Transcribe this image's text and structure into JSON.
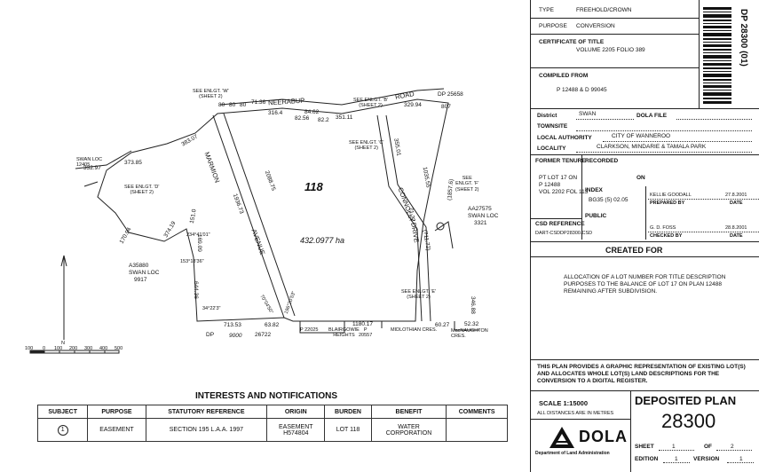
{
  "sheet_vertical_code": "DP 28300 (01)",
  "plan": {
    "lot_number": "118",
    "area": "432.0977 ha",
    "roads": {
      "neerabup": "NEERABUP",
      "road": "ROAD",
      "marmion": "MARMION",
      "avenue": "AVENUE",
      "connolly": "CONNOLLY",
      "drive": "DRIVE"
    },
    "neighbors": {
      "dp25658": "DP 25658",
      "aa27575": "AA27575",
      "swan_loc_3321": "SWAN LOC",
      "swan_loc_3321_num": "3321",
      "a35880": "A35880",
      "swan_loc_9917": "SWAN LOC",
      "swan_loc_9917_num": "9917",
      "swan_loc_12405": "SWAN LOC\n12405",
      "dp_bottom": "DP",
      "dp_bottom_num": "26722",
      "p22025": "P 22025",
      "blairgowrie": "BLAIRGOWIE\nHEIGHTS",
      "p20557": "P\n20557",
      "midlothian": "MIDLOTHIAN CRES.",
      "macnaughton": "MacNAUGHTON\nCRES."
    },
    "easement_refs": {
      "w": "SEE ENLGT. 'W'\n(SHEET 2)",
      "b": "SEE ENLGT. 'B'\n(SHEET 2)",
      "c": "SEE ENLGT. 'C'\n(SHEET 2)",
      "d": "SEE ENLGT. 'D'\n(SHEET 2)",
      "e": "SEE ENLGT. 'E'\n(SHEET 2)",
      "f": "SEE\nENLGT. 'F'\n(SHEET 2)"
    },
    "dimensions": {
      "d71_36": "71.36",
      "d80a": "80",
      "d80b": "80",
      "d80c": "80",
      "d316_4": "316.4",
      "d84_62": "84.62",
      "d82_56": "82.56",
      "d82_2": "82.2",
      "d351_11": "351.11",
      "d329_94": "329.94",
      "d807": "807",
      "d332_97": "332.97",
      "d373_85": "373.85",
      "d383_07": "383.07",
      "d170_94": "170.94",
      "d374_19": "374.19",
      "d151_0": "151.0",
      "d2088_75": "2088.75",
      "d1936_73": "1936.73",
      "d169_09": "169.09",
      "d644_36": "644.36",
      "d713_53": "713.53",
      "d63_82": "63.82",
      "d1180_17": "1180.17",
      "d60_27": "60.27",
      "d52_32": "52.32",
      "d346_88": "346.88",
      "d1035_55": "1035.55",
      "d71_22": "71.22",
      "d1857_6": "(1857.6)",
      "d711_72": "(711.72)",
      "d355_01": "355.01",
      "d9000": "9000",
      "b234": "234°41'01\"",
      "b153": "153°18'36\"",
      "b70": "70°04'50\"",
      "b196": "196°20'53\"",
      "b34": "34°22'3\""
    },
    "scale_ticks": [
      "100",
      "0",
      "100",
      "200",
      "300",
      "400",
      "500"
    ],
    "north": "N"
  },
  "notes_section": {
    "title": "INTERESTS AND NOTIFICATIONS",
    "headers": [
      "SUBJECT",
      "PURPOSE",
      "STATUTORY REFERENCE",
      "ORIGIN",
      "BURDEN",
      "BENEFIT",
      "COMMENTS"
    ],
    "rows": [
      {
        "subject": "1",
        "purpose": "EASEMENT",
        "statutory": "SECTION 195 L.A.A. 1997",
        "origin": "EASEMENT\nH574804",
        "burden": "LOT 118",
        "benefit": "WATER\nCORPORATION",
        "comments": ""
      }
    ]
  },
  "title_block": {
    "type_label": "TYPE",
    "type_value": "FREEHOLD/CROWN",
    "purpose_label": "PURPOSE",
    "purpose_value": "CONVERSION",
    "cert_label": "CERTIFICATE OF TITLE",
    "cert_value": "VOLUME 2205  FOLIO 389",
    "compiled_label": "COMPILED FROM",
    "compiled_value": "P 12488 & D 99045",
    "district_label": "District",
    "district_value": "SWAN",
    "dola_file_label": "DOLA FILE",
    "townsite_label": "TOWNSITE",
    "local_auth_label": "LOCAL AUTHORITY",
    "local_auth_value": "CITY OF WANNEROO",
    "locality_label": "LOCALITY",
    "locality_value": "CLARKSON, MINDARIE & TAMALA PARK",
    "former_tenure_label": "FORMER TENURE",
    "former_tenure_value": "PT LOT 17 ON\nP 12488\nVOL 2202 FOL 113",
    "recorded_label": "RECORDED",
    "on_label": "ON",
    "index_label": "INDEX",
    "index_value": "BG35 (5) 02.05",
    "public_label": "PUBLIC",
    "sig1_name": "KELLIE GOODALL",
    "sig1_date": "27.8.2001",
    "prepared_by": "PREPARED BY",
    "date_label": "DATE",
    "sig2_name": "G. D. FOSS",
    "sig2_date": "28.8.2001",
    "checked_by": "CHECKED BY",
    "csd_label": "CSD REFERENCE",
    "csd_value": "DART-CSDDP28300.CSD",
    "created_for_label": "CREATED FOR",
    "created_for_value": "ALLOCATION OF A LOT NUMBER FOR TITLE DESCRIPTION PURPOSES TO THE BALANCE OF LOT 17 ON PLAN 12488 REMAINING AFTER SUBDIVISION.",
    "disclaimer": "THIS PLAN PROVIDES A GRAPHIC REPRESENTATION OF EXISTING LOT(S) AND ALLOCATES WHOLE LOT(S) LAND DESCRIPTIONS FOR THE CONVERSION TO A DIGITAL REGISTER.",
    "scale_label": "SCALE  1:15000",
    "distances_note": "ALL DISTANCES ARE IN METRES",
    "deposited_label": "DEPOSITED PLAN",
    "plan_number": "28300",
    "dola_text": "DOLA",
    "dola_subtitle": "Department of Land Administration",
    "sheet_label": "SHEET",
    "sheet_value": "1",
    "of_label": "OF",
    "of_value": "2",
    "edition_label": "EDITION",
    "edition_value": "1",
    "version_label": "VERSION",
    "version_value": "1"
  }
}
